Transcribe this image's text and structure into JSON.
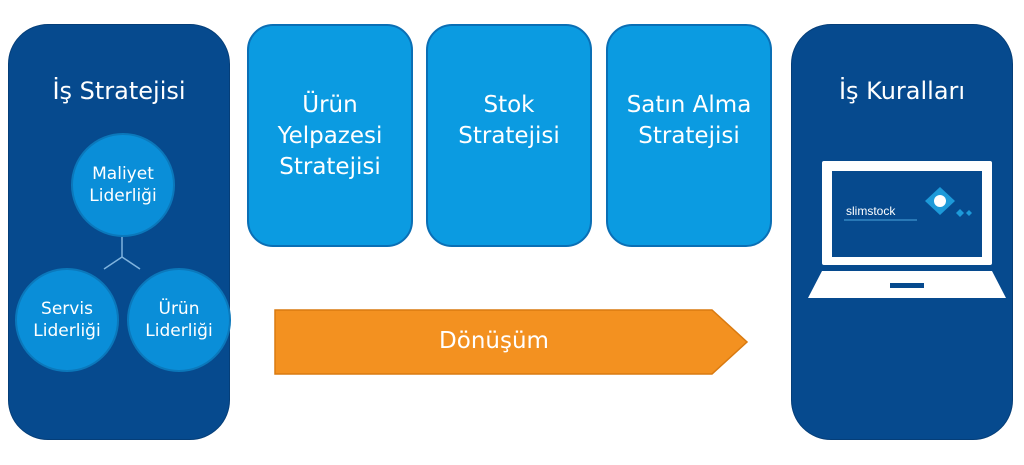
{
  "diagram": {
    "left_panel": {
      "title": "İş Stratejisi",
      "circles": {
        "top": "Maliyet\nLiderliği",
        "left": "Servis\nLiderliği",
        "right": "Ürün\nLiderliği"
      }
    },
    "boxes": [
      "Ürün\nYelpazesi\nStratejisi",
      "Stok\nStratejisi",
      "Satın Alma\nStratejisi"
    ],
    "arrow_label": "Dönüşüm",
    "right_panel": {
      "title": "İş Kuralları",
      "logo_text": "slimstock"
    },
    "colors": {
      "panel_dark": "#064a8e",
      "box_light": "#0b9be1",
      "circle": "#0a8ed8",
      "arrow": "#f39120"
    }
  }
}
